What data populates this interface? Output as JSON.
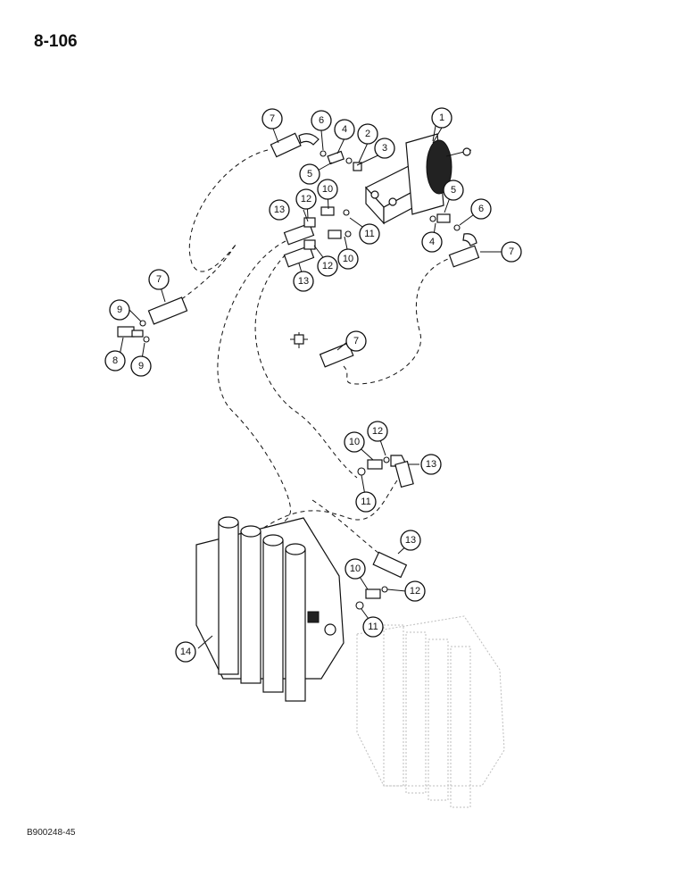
{
  "page": {
    "number": "8-106",
    "figure_code": "B900248-45"
  },
  "callouts": {
    "c1": "1",
    "c2": "2",
    "c3": "3",
    "c4a": "4",
    "c4b": "4",
    "c5a": "5",
    "c5b": "5",
    "c6a": "6",
    "c6b": "6",
    "c7a": "7",
    "c7b": "7",
    "c7c": "7",
    "c7d": "7",
    "c8": "8",
    "c9a": "9",
    "c9b": "9",
    "c10a": "10",
    "c10b": "10",
    "c10c": "10",
    "c10d": "10",
    "c11a": "11",
    "c11b": "11",
    "c11c": "11",
    "c12a": "12",
    "c12b": "12",
    "c12c": "12",
    "c12d": "12",
    "c13a": "13",
    "c13b": "13",
    "c13c": "13",
    "c13d": "13",
    "c14": "14"
  }
}
